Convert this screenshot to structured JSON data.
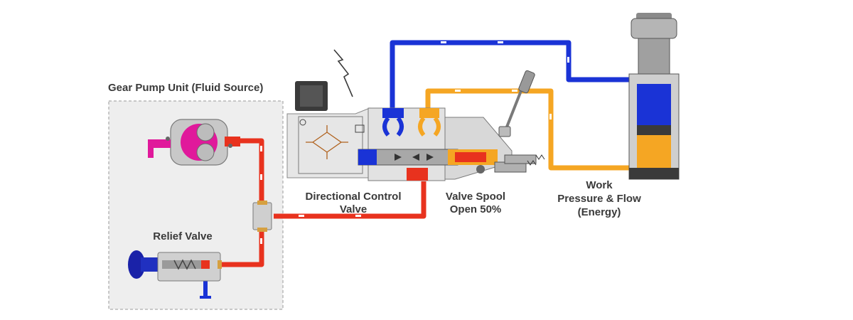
{
  "labels": {
    "gear_pump_unit": "Gear Pump Unit (Fluid Source)",
    "relief_valve": "Relief Valve",
    "directional_control_valve_line1": "Directional Control",
    "directional_control_valve_line2": "Valve",
    "valve_spool_line1": "Valve Spool",
    "valve_spool_line2": "Open 50%",
    "work_line1": "Work",
    "work_line2": "Pressure & Flow",
    "work_line3": "(Energy)"
  },
  "colors": {
    "pressure_line": "#e8321e",
    "return_line_blue": "#1a33d6",
    "work_line_orange": "#f5a623",
    "pump_gear": "#e0199b",
    "panel_bg": "#eeeeee",
    "panel_border": "#9a9a9a",
    "body_gray": "#d6d6d6",
    "text": "#3a3a3a"
  },
  "icons": [
    "gear-pump-icon",
    "relief-valve-icon",
    "solenoid-icon",
    "signal-icon",
    "hydraulic-cylinder-icon",
    "control-lever-icon",
    "tee-fitting-icon"
  ]
}
